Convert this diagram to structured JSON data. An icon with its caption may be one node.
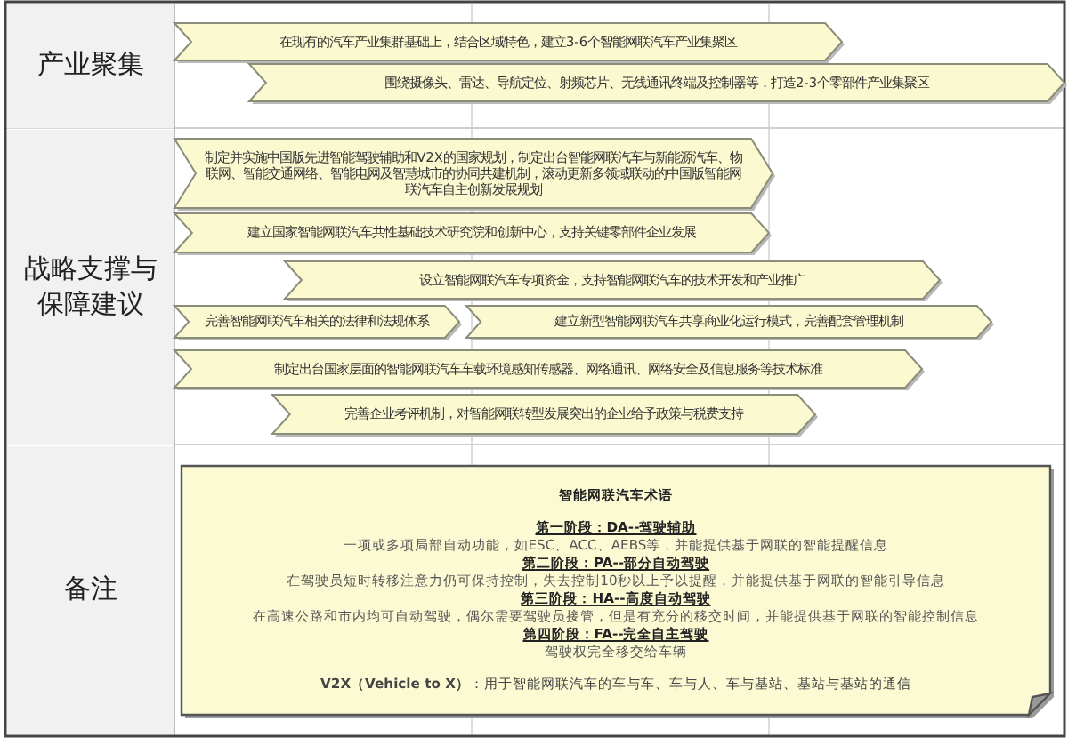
{
  "diagram": {
    "nodes": [
      {
        "text": [
          "产业聚集"
        ]
      },
      {
        "text": [
          "在现有的汽车产业集群基础上，结合区域特色，建立3-6个智能网联汽车产业集聚区"
        ]
      },
      {
        "text": [
          "围绕摄像头、雷达、导航定位、射频芯片、无线通讯终端及控制器等，打造2-3个零部件产业集聚区"
        ]
      },
      {
        "text": [
          "战略支撑与保障建议"
        ]
      },
      {
        "text": [
          "制定并实施中国版先进智能驾驶辅助和V2X的国家规划，制定出台智能网联汽车与新能源汽车、物联网、智能交通网络、智能电网及智慧城市的协同共建机制，滚动更新多领域联动的中国版智能网联汽车自主创新发展规划"
        ]
      },
      {
        "text": [
          "建立国家智能网联汽车共性基础技术研究院和创新中心，支持关键零部件企业发展"
        ]
      },
      {
        "text": [
          "设立智能网联汽车专项资金，支持智能网联汽车的技术开发和产业推广"
        ]
      },
      {
        "text": [
          "完善智能网联汽车相关的法律和法规体系"
        ]
      },
      {
        "text": [
          "建立新型智能网联汽车共享商业化运行模式，完善配套管理机制"
        ]
      },
      {
        "text": [
          "制定出台国家层面的智能网联汽车车载环境感知传感器、网络通讯、网络安全及信息服务等技术标准"
        ]
      },
      {
        "text": [
          "完善企业考评机制，对智能网联转型发展突出的企业给予政策与税费支持"
        ]
      },
      {
        "text": [
          "备注"
        ]
      },
      {
        "text": [
          "智能网联汽车术语",
          "第一阶段：DA--驾驶辅助",
          "一项或多项局部自动功能，如ESC、ACC、AEBS等，并能提供基于网联的智能提醒信息",
          "第二阶段：PA--部分自动驾驶",
          "在驾驶员短时转移注意力仍可保持控制，失去控制10秒以上予以提醒，并能提供基于网联的智能引导信息",
          "第三阶段：HA--高度自动驾驶",
          "在高速公路和市内均可自动驾驶，偶尔需要驾驶员接管，但是有充分的移交时间，并能提供基于网联的智能控制信息",
          "第四阶段：FA--完全自主驾驶",
          "驾驶权完全移交给车辆",
          "**V2X（Vehicle to X）**：用于智能网联汽车的车与车、车与人、车与基站、基站与基站的通信"
        ]
      }
    ]
  }
}
